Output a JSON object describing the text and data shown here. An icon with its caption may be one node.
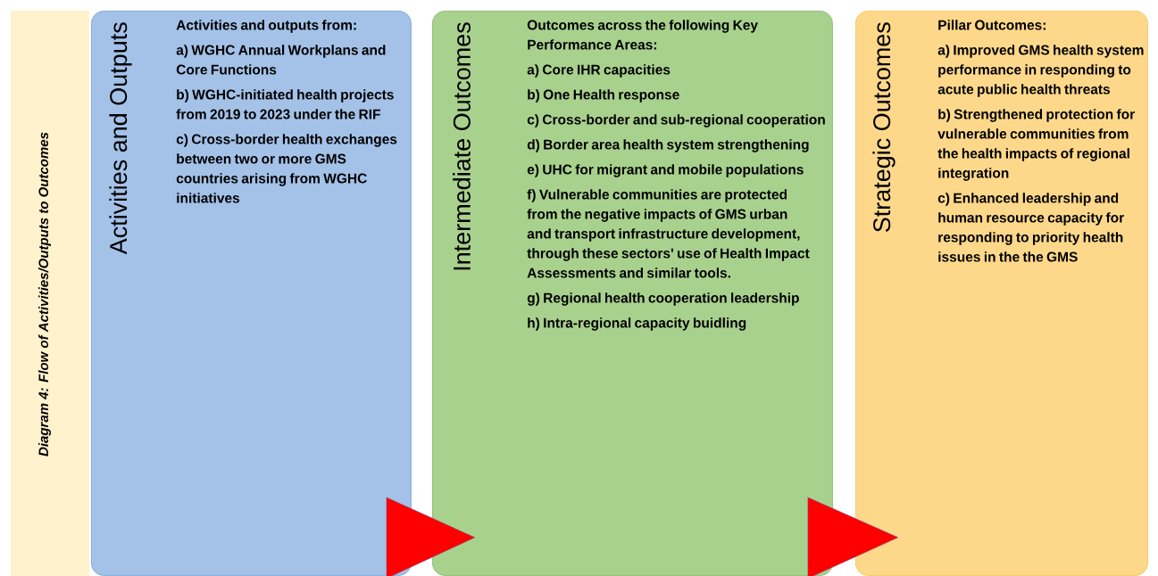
{
  "diagram": {
    "title": "Diagram 4: Flow of Activities/Outputs to Outcomes",
    "nodes": [
      {
        "text": [
          "Activities and Outputs",
          "Activities and outputs from:",
          "a) WGHC Annual Workplans and Core Functions",
          "b) WGHC-initiated health projects from 2019 to 2023 under the RIF",
          "c) Cross-border health exchanges between two or more GMS countries arising from WGHC initiatives"
        ]
      },
      {
        "text": [
          "Intermediate Outcomes",
          "Outcomes across the following Key Performance Areas:",
          "a) Core IHR capacities",
          "b) One Health response",
          "c) Cross-border and sub-regional cooperation",
          "d) Border area health system strengthening",
          "e) UHC for migrant and mobile populations",
          "f) Vulnerable communities are protected from the negative impacts of GMS urban and transport infrastructure development, through these sectors' use of Health Impact Assessments and similar tools.",
          "g) Regional health cooperation leadership",
          "h) Intra-regional capacity buidling"
        ]
      },
      {
        "text": [
          "Strategic Outcomes",
          "Pillar Outcomes:",
          "a) Improved GMS health system performance in responding to acute public health threats",
          "b) Strengthened protection for vulnerable communities from the health impacts of regional integration",
          "c) Enhanced leadership and human resource capacity for responding to priority health issues in the the GMS"
        ]
      }
    ],
    "edges": [
      {
        "from": 0,
        "to": 1,
        "arrow": "to"
      },
      {
        "from": 1,
        "to": 2,
        "arrow": "to"
      }
    ]
  }
}
